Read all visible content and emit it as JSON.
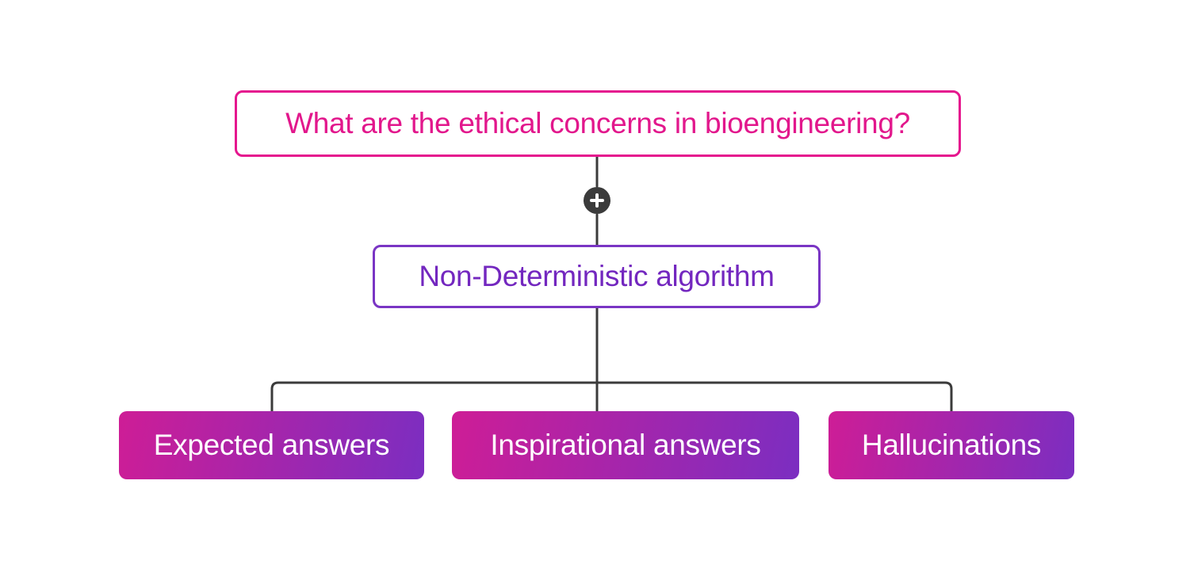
{
  "diagram": {
    "background": "#FFFFFF",
    "connector_color": "#3B3B3B",
    "question_node": {
      "label": "What are the ethical concerns in bioengineering?",
      "accent": "#E5168E",
      "text_color": "#E2178C"
    },
    "expand_button": {
      "icon": "plus-icon",
      "circle_color": "#3B3B3B",
      "glyph_color": "#FFFFFF"
    },
    "algorithm_node": {
      "label": "Non-Deterministic algorithm",
      "accent": "#7A35C4",
      "text_color": "#7327BF"
    },
    "child_nodes": [
      {
        "label": "Expected answers"
      },
      {
        "label": "Inspirational answers"
      },
      {
        "label": "Hallucinations"
      }
    ],
    "child_style": {
      "gradient_start": "#CE1D96",
      "gradient_end": "#7B2EC1",
      "text_color": "#FFFFFF"
    }
  }
}
